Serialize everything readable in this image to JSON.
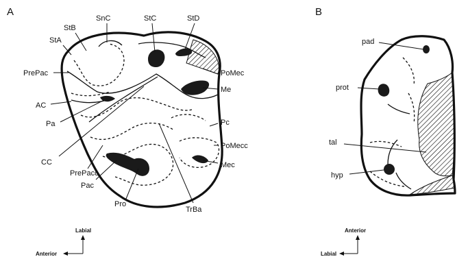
{
  "panels": {
    "a": "A",
    "b": "B"
  },
  "labels_a": {
    "snc": "SnC",
    "stc": "StC",
    "std": "StD",
    "stb": "StB",
    "sta": "StA",
    "prepac": "PrePac",
    "pomec": "PoMec",
    "me": "Me",
    "ac": "AC",
    "pa": "Pa",
    "pc": "Pc",
    "pomecc": "PoMecc",
    "cc": "CC",
    "prepacc": "PrePacc",
    "mec": "Mec",
    "pac": "Pac",
    "pro": "Pro",
    "trba": "TrBa"
  },
  "labels_b": {
    "pad": "pad",
    "prot": "prot",
    "tal": "tal",
    "hyp": "hyp"
  },
  "compass_a": {
    "labial": "Labial",
    "anterior": "Anterior"
  },
  "compass_b": {
    "anterior": "Anterior",
    "labial": "Labial"
  }
}
